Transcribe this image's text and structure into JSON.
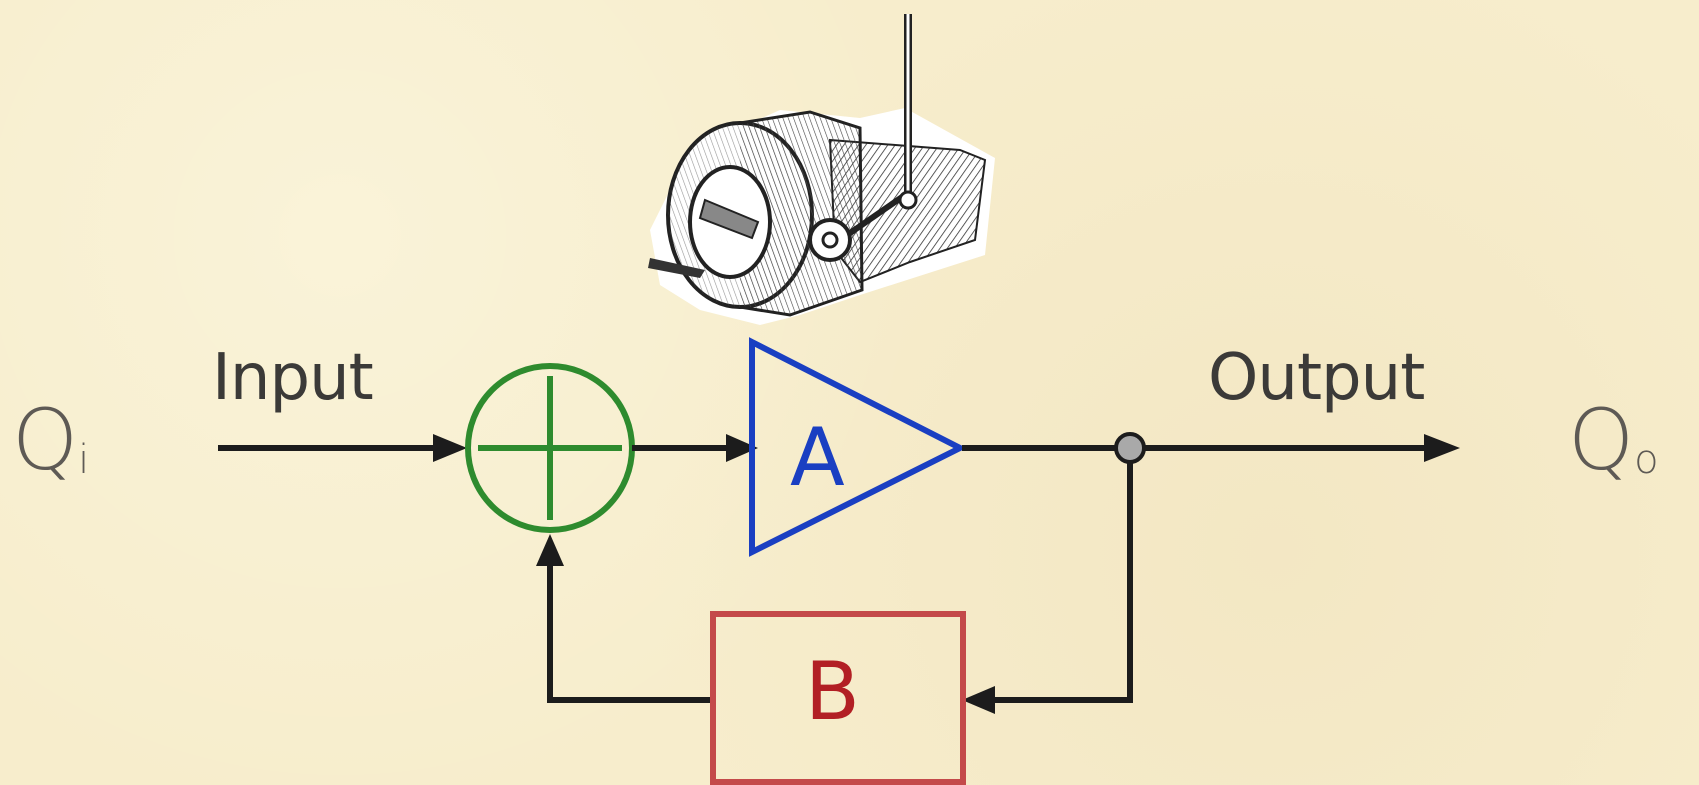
{
  "symbols": {
    "input_symbol": "Q",
    "input_subscript": "i",
    "output_symbol": "Q",
    "output_subscript": "o"
  },
  "wires": {
    "input_label": "Input",
    "output_label": "Output"
  },
  "blocks": {
    "amplifier_label": "A",
    "feedback_label": "B"
  },
  "colors": {
    "background": "#f7edcc",
    "wire": "#1c1c1c",
    "summing_junction": "#2e8b2e",
    "amplifier": "#1a3fc2",
    "feedback": "#b21f24"
  },
  "icons": {
    "illustration": "steam-governor-icon"
  }
}
